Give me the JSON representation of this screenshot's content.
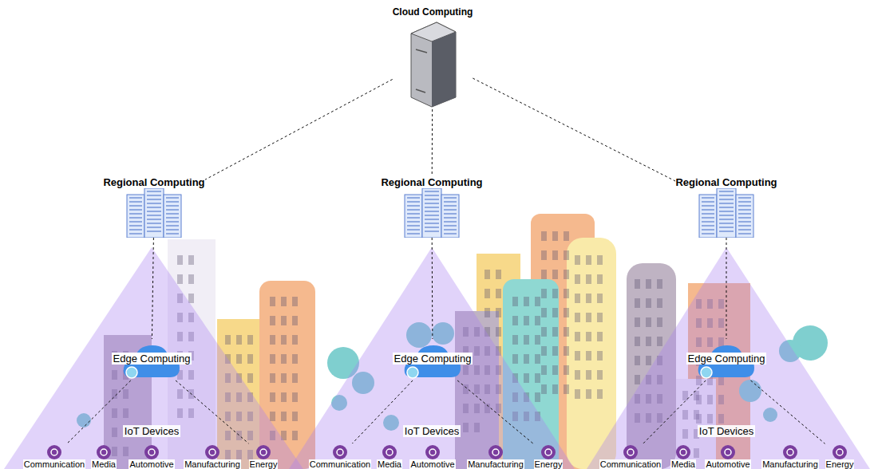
{
  "diagram": {
    "nodes": [
      {
        "text": [
          "Cloud Computing"
        ]
      },
      {
        "text": [
          "Regional Computing"
        ]
      },
      {
        "text": [
          "Regional Computing"
        ]
      },
      {
        "text": [
          "Regional Computing"
        ]
      },
      {
        "text": [
          "Edge Computing"
        ]
      },
      {
        "text": [
          "Edge Computing"
        ]
      },
      {
        "text": [
          "Edge Computing"
        ]
      },
      {
        "text": [
          "Communication"
        ]
      },
      {
        "text": [
          "Media"
        ]
      },
      {
        "text": [
          "Automotive"
        ]
      },
      {
        "text": [
          "Manufacturing"
        ]
      },
      {
        "text": [
          "Energy"
        ]
      },
      {
        "text": [
          "Communication"
        ]
      },
      {
        "text": [
          "Media"
        ]
      },
      {
        "text": [
          "Automotive"
        ]
      },
      {
        "text": [
          "Manufacturing"
        ]
      },
      {
        "text": [
          "Energy"
        ]
      },
      {
        "text": [
          "Communication"
        ]
      },
      {
        "text": [
          "Media"
        ]
      },
      {
        "text": [
          "Automotive"
        ]
      },
      {
        "text": [
          "Manufacturing"
        ]
      },
      {
        "text": [
          "Energy"
        ]
      }
    ],
    "edges": [
      {
        "from": 0,
        "to": 1,
        "arrow": "none"
      },
      {
        "from": 0,
        "to": 2,
        "arrow": "none"
      },
      {
        "from": 0,
        "to": 3,
        "arrow": "none"
      },
      {
        "from": 1,
        "to": 4,
        "arrow": "none"
      },
      {
        "from": 2,
        "to": 5,
        "arrow": "none"
      },
      {
        "from": 3,
        "to": 6,
        "arrow": "none"
      },
      {
        "from": 4,
        "to": 7,
        "arrow": "none"
      },
      {
        "from": 4,
        "to": 11,
        "arrow": "none"
      },
      {
        "from": 5,
        "to": 12,
        "arrow": "none"
      },
      {
        "from": 5,
        "to": 16,
        "arrow": "none"
      },
      {
        "from": 6,
        "to": 17,
        "arrow": "none"
      },
      {
        "from": 6,
        "to": 21,
        "arrow": "none"
      }
    ],
    "labels": [
      "IoT Devices",
      "IoT Devices",
      "IoT Devices"
    ]
  }
}
